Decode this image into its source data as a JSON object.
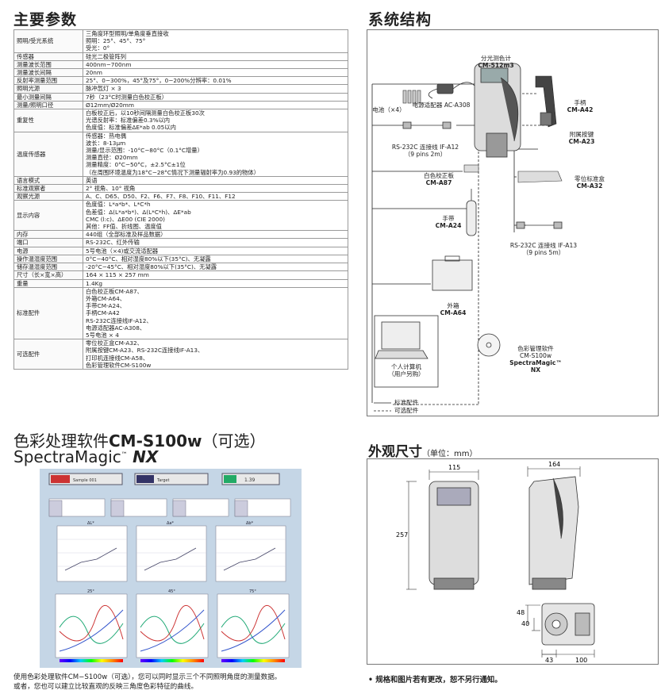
{
  "sections": {
    "spec_title": "主要参数",
    "system_title": "系统结构",
    "dimension_title": "外观尺寸",
    "dimension_unit": "（单位：mm）",
    "software_title_prefix": "色彩处理软件",
    "software_title_model": "CM-S100w",
    "software_title_suffix": "（可选）",
    "software_brand": "SpectraMagic",
    "software_brand_tm": "™",
    "software_brand_nx": "NX",
    "software_caption": "使用色彩处理软件CM−S100w（可选），您可以同时显示三个不同照明角度的测量数据。\n或者，您也可以建立比较直观的反映三角度色彩特征的曲线。",
    "note": "• 规格和图片若有更改，恕不另行通知。"
  },
  "spec_rows": [
    {
      "k": "照明/受光系统",
      "v": "三角度环型照明/单角度垂直接收\n照明：25°、45°、75°\n受光：0°"
    },
    {
      "k": "传感器",
      "v": "硅光二极管阵列"
    },
    {
      "k": "测量波长范围",
      "v": "400nm−700nm"
    },
    {
      "k": "测量波长间隔",
      "v": "20nm"
    },
    {
      "k": "反射率测量范围",
      "v": "25°、0−300%，45°及75°，0−200%分辨率：0.01%"
    },
    {
      "k": "照明光源",
      "v": "脉冲氙灯 × 3"
    },
    {
      "k": "最小测量间隔",
      "v": "7秒（23°C时测量白色校正板）"
    },
    {
      "k": "测量/照明口径",
      "v": "Ø12mm/Ø20mm"
    },
    {
      "k": "重复性",
      "v": "白板校正后，以10秒间隔测量白色校正板30次\n光谱反射率：标准偏差0.3%以内\n色度值：标准偏差ΔE*ab 0.05以内"
    },
    {
      "k": "温度传感器",
      "v": "传感器：热电偶\n波长：8-13μm\n测量/显示范围：-10°C−80°C（0.1°C增量）\n测量直径：Ø20mm\n测量精度：0°C−50°C，±2.5°C±1位\n（在周围环境温度为18°C−28°C情况下测量辐射率为0.93的物体）"
    },
    {
      "k": "语言模式",
      "v": "英语"
    },
    {
      "k": "标准观察者",
      "v": "2° 视角、10° 视角"
    },
    {
      "k": "观察光源",
      "v": "A、C、D65、D50、F2、F6、F7、F8、F10、F11、F12"
    },
    {
      "k": "显示内容",
      "v": "色度值：L*a*b*、L*C*h\n色差值：Δ(L*a*b*)、Δ(L*C*h)、ΔE*ab\nCMC (l:c)、ΔE00 (CIE 2000)\n其他：FF值、折线图、温度值"
    },
    {
      "k": "内存",
      "v": "440组（全部标准及样品数据）"
    },
    {
      "k": "端口",
      "v": "RS-232C、红外传输"
    },
    {
      "k": "电源",
      "v": "5号电池（×4)或交流适配器"
    },
    {
      "k": "操作温湿度范围",
      "v": "0°C−40°C、相对湿度80%以下(35°C)、无凝露"
    },
    {
      "k": "储存温湿度范围",
      "v": "-20°C−45°C、相对湿度80%以下(35°C)、无凝露"
    },
    {
      "k": "尺寸（长×宽×高）",
      "v": "164 × 115 × 257 mm"
    },
    {
      "k": "重量",
      "v": "1.4Kg"
    },
    {
      "k": "标准配件",
      "v": "白色校正板CM-A87、\n外箱CM-A64、\n手带CM-A24、\n手柄CM-A42\nRS-232C连接线IF-A12、\n电源适配器AC-A308、\n5号电池 × 4"
    },
    {
      "k": "可选配件",
      "v": "零位校正盒CM-A32、\n附属按键CM-A23、RS-232C连接线IF-A13、\n打印机连接线CM-A58、\n色彩管理软件CM-S100w"
    }
  ],
  "system": {
    "spectro_name": "分光测色计",
    "spectro_model": "CM-512m3",
    "battery": "电池（×4）",
    "adapter": "电源适配器 AC-A308",
    "handle_name": "手柄",
    "handle_model": "CM-A42",
    "button_name": "附属按键",
    "button_model": "CM-A23",
    "cable12_name": "RS-232C 连接线 IF-A12",
    "cable12_pins": "（9 pins 2m）",
    "white_name": "白色校正板",
    "white_model": "CM-A87",
    "zero_name": "零位标准盒",
    "zero_model": "CM-A32",
    "strap_name": "手带",
    "strap_model": "CM-A24",
    "cable13_name": "RS-232C 连接线 IF-A13",
    "cable13_pins": "（9 pins 5m）",
    "case_name": "外箱",
    "case_model": "CM-A64",
    "pc_name": "个人计算机\n（用户另购）",
    "sw_name": "色彩管理软件",
    "sw_model": "CM-S100w",
    "sw_brand": "SpectraMagic™ NX",
    "legend_std": "标准配件",
    "legend_opt": "可选配件"
  },
  "dimensions": {
    "width_top": "115",
    "depth_top": "164",
    "height": "257",
    "bottom_48": "48",
    "bottom_40": "40",
    "bottom_43": "43",
    "bottom_100": "100"
  },
  "software_screen": {
    "top_label_1": "Sample 001",
    "top_label_2": "Target",
    "top_value": "1.39",
    "graph_labels": [
      "ΔL*",
      "Δa*",
      "Δb*"
    ],
    "curve_labels": [
      "25°",
      "45°",
      "75°"
    ]
  }
}
